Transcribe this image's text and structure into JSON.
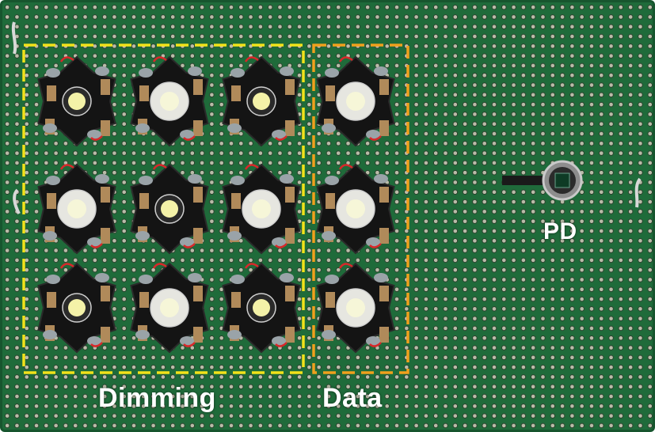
{
  "labels": {
    "dimming": "Dimming",
    "data": "Data",
    "pd": "PD"
  },
  "colors": {
    "board": "#1f6b3a",
    "dimming_box": "#f2e21a",
    "data_box": "#f0a01c",
    "label": "#ffffff",
    "led_pcb": "#141414",
    "led_pad": "#b08a5a"
  },
  "leds": [
    {
      "group": "dimming",
      "emitter": "yellowish"
    },
    {
      "group": "dimming",
      "emitter": "clear"
    },
    {
      "group": "dimming",
      "emitter": "yellowish"
    },
    {
      "group": "data",
      "emitter": "clear"
    },
    {
      "group": "dimming",
      "emitter": "clear"
    },
    {
      "group": "dimming",
      "emitter": "yellowish"
    },
    {
      "group": "dimming",
      "emitter": "clear"
    },
    {
      "group": "data",
      "emitter": "clear"
    },
    {
      "group": "dimming",
      "emitter": "yellowish"
    },
    {
      "group": "dimming",
      "emitter": "clear"
    },
    {
      "group": "dimming",
      "emitter": "yellowish"
    },
    {
      "group": "data",
      "emitter": "clear"
    }
  ],
  "photodiode": {
    "name": "photodiode"
  }
}
